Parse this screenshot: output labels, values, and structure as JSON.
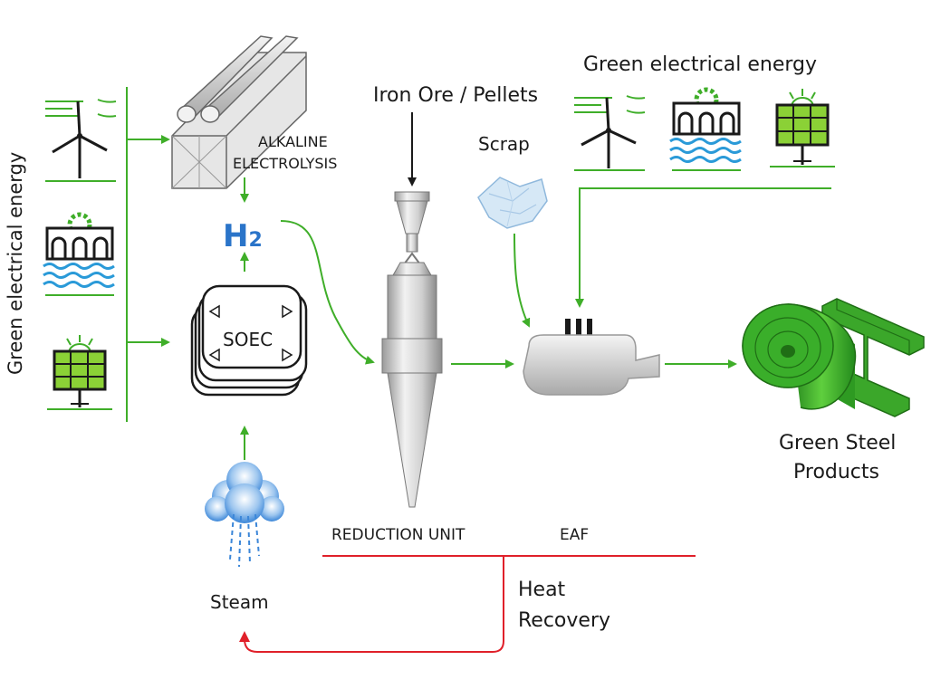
{
  "labels": {
    "left_energy": "Green electrical energy",
    "top_energy": "Green electrical energy",
    "alkaline": "ALKALINE",
    "electrolysis": "ELECTROLYSIS",
    "h2_main": "H",
    "h2_sub": "2",
    "soec": "SOEC",
    "iron_ore": "Iron Ore / Pellets",
    "scrap": "Scrap",
    "reduction_unit": "REDUCTION UNIT",
    "eaf": "EAF",
    "green_steel_1": "Green Steel",
    "green_steel_2": "Products",
    "steam": "Steam",
    "heat_1": "Heat",
    "heat_2": "Recovery"
  },
  "icons": [
    "wind-turbine-icon",
    "hydro-dam-icon",
    "solar-panel-icon",
    "electrolyzer-icon",
    "soec-stack-icon",
    "shaft-furnace-icon",
    "electric-arc-furnace-icon",
    "scrap-metal-icon",
    "steam-cloud-icon",
    "steel-coil-icon",
    "steel-beam-icon"
  ],
  "colors": {
    "green": "#3fae29",
    "green_dark": "#2e8b1e",
    "blue": "#2a74c9",
    "red": "#e0202a",
    "gray": "#c8c8c8"
  }
}
